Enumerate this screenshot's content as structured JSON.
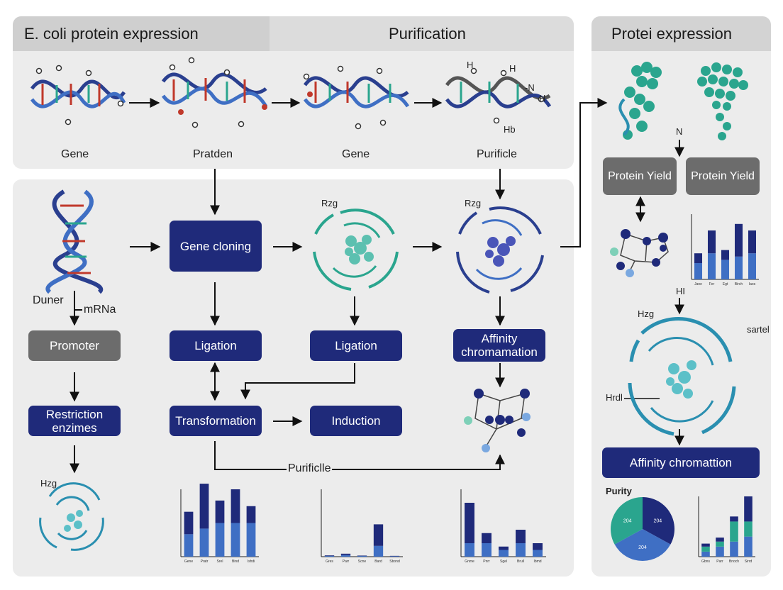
{
  "headers": {
    "left": "E. coli protein expression",
    "middle": "Purification",
    "right": "Protei expression"
  },
  "top_row_labels": [
    "Gene",
    "Pratden",
    "Gene",
    "Purificle"
  ],
  "top_row_annotations": {
    "h1": "H",
    "h2": "H",
    "n": "-N",
    "h3": "H",
    "hb": "Hb"
  },
  "left_col": {
    "label_duner": "Duner",
    "label_mrna": "mRNa",
    "promoter": "Promoter",
    "restriction": "Restriction enzimes",
    "hzg": "Hzg"
  },
  "middle": {
    "gene_cloning": "Gene cloning",
    "ligation_1": "Ligation",
    "ligation_2": "Ligation",
    "transformation": "Transformation",
    "induction": "Induction",
    "rzg_1": "Rzg",
    "rzg_2": "Rzg",
    "affinity": "Affinity chromamation",
    "purificle": "Purificlle"
  },
  "right": {
    "n_label": "N",
    "protein_yield_1": "Protein Yield",
    "protein_yield_2": "Protein Yield",
    "hi_label": "HI",
    "hzg": "Hzg",
    "sartel": "sartel",
    "hrdl": "Hrdl",
    "affinity": "Affinity chromattion",
    "purity": "Purity",
    "pie_labels": [
      "204",
      "204",
      "204"
    ]
  },
  "colors": {
    "navy": "#1f2a7a",
    "blue": "#3f6fc4",
    "teal": "#2aa58e",
    "gray_box": "#6c6c6c",
    "panel": "#ececec"
  },
  "chart_data": [
    {
      "type": "bar",
      "stacked": true,
      "categories": [
        "Gene",
        "Pratr",
        "Srel",
        "Bind",
        "Ishdi"
      ],
      "series": [
        {
          "values": [
            4,
            5,
            6,
            6,
            6
          ]
        },
        {
          "values": [
            4,
            8,
            4,
            6,
            3
          ]
        }
      ],
      "ylim": [
        0,
        12
      ]
    },
    {
      "type": "bar",
      "stacked": true,
      "categories": [
        "Gres",
        "Parr",
        "Scne",
        "Bard",
        "Sbond"
      ],
      "series": [
        {
          "values": [
            0.3,
            0.6,
            0.4,
            4,
            0.2
          ]
        },
        {
          "values": [
            0.2,
            0.5,
            0,
            8,
            0.1
          ]
        }
      ],
      "ylim": [
        0,
        25
      ]
    },
    {
      "type": "bar",
      "stacked": true,
      "categories": [
        "Gnme",
        "Pnrr",
        "Sgel",
        "Brull",
        "Ibmd"
      ],
      "series": [
        {
          "values": [
            4,
            4,
            2,
            4,
            2
          ]
        },
        {
          "values": [
            12,
            3,
            1,
            4,
            2
          ]
        }
      ],
      "ylim": [
        0,
        20
      ]
    },
    {
      "type": "bar",
      "stacked": true,
      "categories": [
        "Jane",
        "Fer",
        "Egt",
        "Birch",
        "Iaos"
      ],
      "series": [
        {
          "values": [
            5,
            8,
            6,
            7,
            8
          ]
        },
        {
          "values": [
            3,
            7,
            3,
            10,
            7
          ]
        }
      ],
      "ylim": [
        0,
        20
      ]
    },
    {
      "type": "bar",
      "stacked": true,
      "categories": [
        "Gbns",
        "Parr",
        "Bnoch",
        "Sirrd"
      ],
      "series": [
        {
          "values": [
            1,
            2,
            3,
            4
          ]
        },
        {
          "values": [
            1,
            1,
            4,
            3
          ]
        },
        {
          "values": [
            0.6,
            0.8,
            1,
            5
          ]
        }
      ],
      "ylim": [
        0,
        12
      ]
    },
    {
      "type": "pie",
      "values": [
        33,
        34,
        33
      ]
    }
  ]
}
